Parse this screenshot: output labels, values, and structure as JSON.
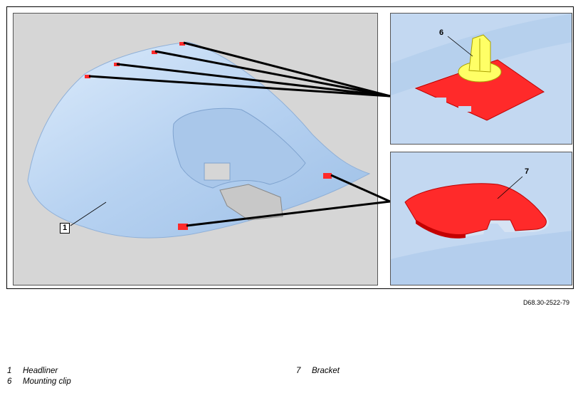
{
  "callouts": {
    "c1": "1",
    "c6": "6",
    "c7": "7"
  },
  "figure_code": "D68.30-2522-79",
  "legend": [
    {
      "num": "1",
      "label": "Headliner"
    },
    {
      "num": "6",
      "label": "Mounting clip"
    },
    {
      "num": "7",
      "label": "Bracket"
    }
  ],
  "colors": {
    "headliner": "#b9d3f0",
    "part_red": "#ff2a2a",
    "clip_yellow": "#ffff66",
    "background": "#d6d6d6"
  }
}
